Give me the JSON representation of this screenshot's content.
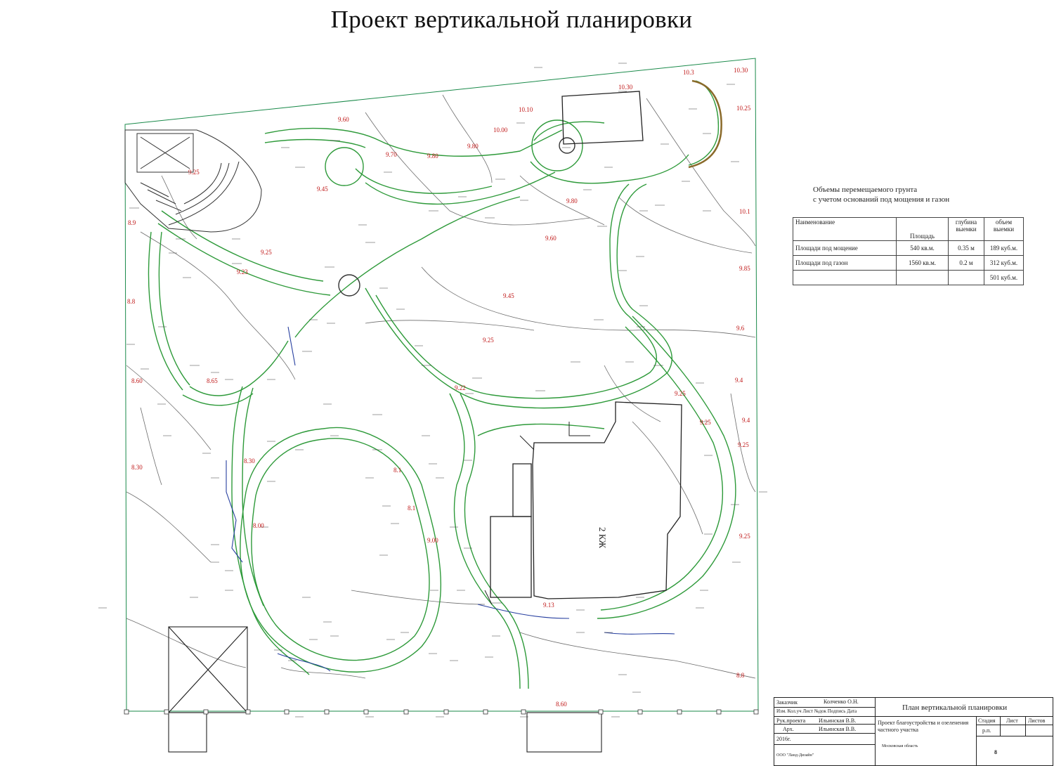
{
  "title": "Проект вертикальной планировки",
  "site": {
    "levels": [
      "10.3",
      "10.30",
      "10.30",
      "10.25",
      "10.10",
      "10.00",
      "9.80",
      "9.80",
      "9.70",
      "9.60",
      "9.25",
      "9.45",
      "9.25",
      "9.23",
      "8.9",
      "8.8",
      "8.65",
      "8.60",
      "8.30",
      "8.30",
      "8.00",
      "8.1",
      "8.1",
      "9.00",
      "9.22",
      "9.45",
      "9.25",
      "9.60",
      "9.80",
      "10.1",
      "9.85",
      "9.6",
      "9.4",
      "9.4",
      "9.25",
      "9.25",
      "9.25",
      "9.25",
      "9.13",
      "8.8",
      "8.60"
    ],
    "building_label": "2 КЖ"
  },
  "volumes": {
    "caption_line1": "Объемы перемещаемого грунта",
    "caption_line2": "с учетом оснований под мощения и газон",
    "headers": [
      "Наименование",
      "Площадь",
      "глубина выемки",
      "объем выемки"
    ],
    "rows": [
      [
        "Площади под мощение",
        "540 кв.м.",
        "0.35 м",
        "189 куб.м."
      ],
      [
        "Площади под газон",
        "1560 кв.м.",
        "0.2 м",
        "312 куб.м."
      ]
    ],
    "total": "501 куб.м."
  },
  "stamp": {
    "sheet_title": "План вертикальной планировки",
    "project_text": "Проект благоустройства и озеленения частного участка",
    "role_1": "Заказчик",
    "person_1": "Колченко О.Н.",
    "role_2": "Рук.проекта",
    "person_2": "Ильинская В.В.",
    "role_3": "Арх.",
    "person_3": "Ильинская В.В.",
    "col_headers": [
      "Изм.",
      "Кол.уч",
      "Лист",
      "№док",
      "Подпись",
      "Дата"
    ],
    "stage_headers": [
      "Стадия",
      "Лист",
      "Листов"
    ],
    "stage": "р.п.",
    "year": "2016г.",
    "company": "ООО \"Ланд-Дизайн\"",
    "location": "Московская область",
    "sheet_no": "8"
  }
}
